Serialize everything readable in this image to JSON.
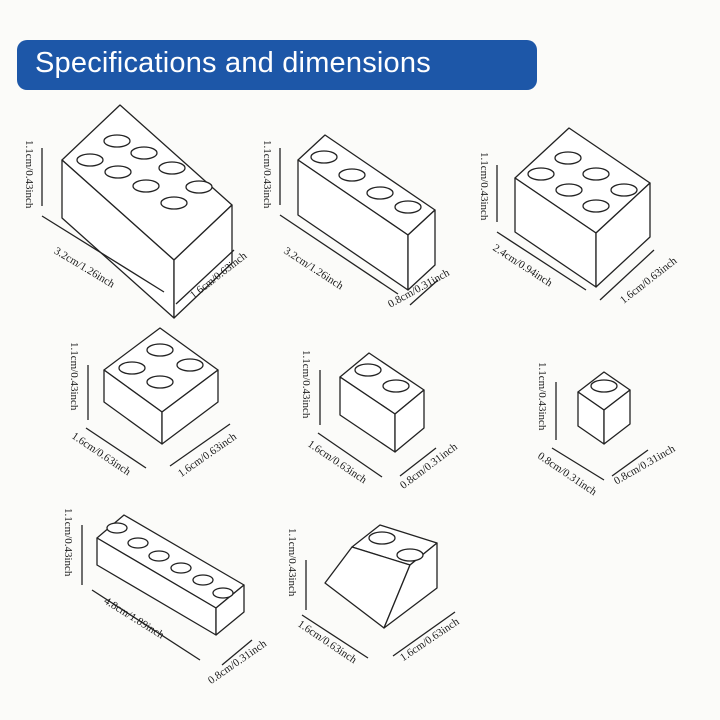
{
  "header": {
    "title": "Specifications and dimensions"
  },
  "bricks": [
    {
      "name": "brick-2x4",
      "height": "1.1cm/0.43inch",
      "length": "3.2cm/1.26inch",
      "width": "1.6cm/0.63inch"
    },
    {
      "name": "brick-1x4",
      "height": "1.1cm/0.43inch",
      "length": "3.2cm/1.26inch",
      "width": "0.8cm/0.31inch"
    },
    {
      "name": "brick-2x3",
      "height": "1.1cm/0.43inch",
      "length": "2.4cm/0.94inch",
      "width": "1.6cm/0.63inch"
    },
    {
      "name": "brick-2x2",
      "height": "1.1cm/0.43inch",
      "length": "1.6cm/0.63inch",
      "width": "1.6cm/0.63inch"
    },
    {
      "name": "brick-1x2",
      "height": "1.1cm/0.43inch",
      "length": "1.6cm/0.63inch",
      "width": "0.8cm/0.31inch"
    },
    {
      "name": "brick-1x1",
      "height": "1.1cm/0.43inch",
      "length": "0.8cm/0.31inch",
      "width": "0.8cm/0.31inch"
    },
    {
      "name": "brick-1x6",
      "height": "1.1cm/0.43inch",
      "length": "4.8cm/1.89inch",
      "width": "0.8cm/0.31inch"
    },
    {
      "name": "slope-2x2",
      "height": "1.1cm/0.43inch",
      "length": "1.6cm/0.63inch",
      "width": "1.6cm/0.63inch"
    }
  ]
}
